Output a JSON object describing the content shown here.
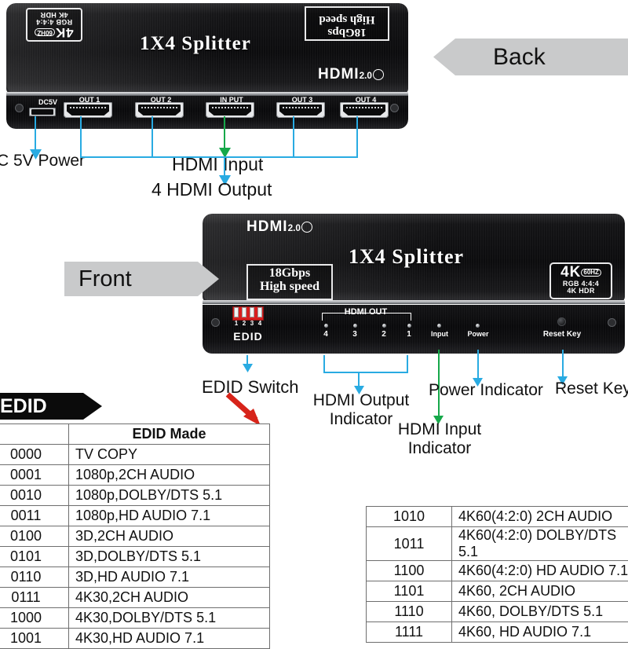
{
  "banners": {
    "back": "Back",
    "front": "Front",
    "edid": "EDID"
  },
  "back_device": {
    "title": "1X4  Splitter",
    "badge_speed_line1": "18Gbps",
    "badge_speed_line2": "High speed",
    "badge_4k_big": "4",
    "badge_4k_k": "K",
    "badge_4k_hz": "60HZ",
    "badge_4k_sub1": "RGB 4:4:4",
    "badge_4k_sub2": "4K HDR",
    "hdmi_logo": "HDMI",
    "hdmi_version": "2.0",
    "ports": [
      {
        "label": "DC5V",
        "type": "usb"
      },
      {
        "label": "OUT 1",
        "type": "hdmi"
      },
      {
        "label": "OUT 2",
        "type": "hdmi"
      },
      {
        "label": "IN PUT",
        "type": "hdmi"
      },
      {
        "label": "OUT 3",
        "type": "hdmi"
      },
      {
        "label": "OUT 4",
        "type": "hdmi"
      }
    ]
  },
  "front_device": {
    "title": "1X4   Splitter",
    "hdmi_logo": "HDMI",
    "hdmi_version": "2.0",
    "badge_speed_line1": "18Gbps",
    "badge_speed_line2": "High speed",
    "badge_4k_big": "4",
    "badge_4k_k": "K",
    "badge_4k_hz": "60HZ",
    "badge_4k_sub1": "RGB 4:4:4",
    "badge_4k_sub2": "4K HDR",
    "dip_numbers": [
      "1",
      "2",
      "3",
      "4"
    ],
    "edid_label": "EDID",
    "hdmi_out_label": "HDMI OUT",
    "out_indicators": [
      "4",
      "3",
      "2",
      "1"
    ],
    "input_label": "Input",
    "power_label": "Power",
    "reset_label": "Reset Key"
  },
  "callouts": {
    "dc_power": "C 5V Power",
    "hdmi_input": "HDMI Input",
    "hdmi_output": "4 HDMI Output",
    "edid_switch": "EDID Switch",
    "hdmi_output_indicator_l1": "HDMI Output",
    "hdmi_output_indicator_l2": "Indicator",
    "hdmi_input_indicator_l1": "HDMI Input",
    "hdmi_input_indicator_l2": "Indicator",
    "power_indicator": "Power Indicator",
    "reset_key": "Reset Key"
  },
  "edid_table_left": {
    "header_made": "EDID Made",
    "rows": [
      {
        "code": "0000",
        "made": "TV COPY"
      },
      {
        "code": "0001",
        "made": "1080p,2CH AUDIO"
      },
      {
        "code": "0010",
        "made": "1080p,DOLBY/DTS 5.1"
      },
      {
        "code": "0011",
        "made": "1080p,HD AUDIO 7.1"
      },
      {
        "code": "0100",
        "made": "3D,2CH AUDIO"
      },
      {
        "code": "0101",
        "made": "3D,DOLBY/DTS 5.1"
      },
      {
        "code": "0110",
        "made": "3D,HD AUDIO 7.1"
      },
      {
        "code": "0111",
        "made": "4K30,2CH AUDIO"
      },
      {
        "code": "1000",
        "made": "4K30,DOLBY/DTS 5.1"
      },
      {
        "code": "1001",
        "made": "4K30,HD AUDIO 7.1"
      }
    ]
  },
  "edid_table_right": {
    "rows": [
      {
        "code": "1010",
        "made": "4K60(4:2:0) 2CH AUDIO"
      },
      {
        "code": "1011",
        "made": "4K60(4:2:0) DOLBY/DTS 5.1"
      },
      {
        "code": "1100",
        "made": "4K60(4:2:0) HD AUDIO 7.1"
      },
      {
        "code": "1101",
        "made": "4K60, 2CH AUDIO"
      },
      {
        "code": "1110",
        "made": "4K60, DOLBY/DTS 5.1"
      },
      {
        "code": "1111",
        "made": "4K60, HD AUDIO  7.1"
      }
    ]
  },
  "colors": {
    "callout_blue": "#29ABE2",
    "callout_green": "#16a84a",
    "arrow_red": "#d7241a",
    "banner_gray": "#c9cacb",
    "banner_black": "#0b0b0b",
    "dip_red": "#d81f1f"
  }
}
